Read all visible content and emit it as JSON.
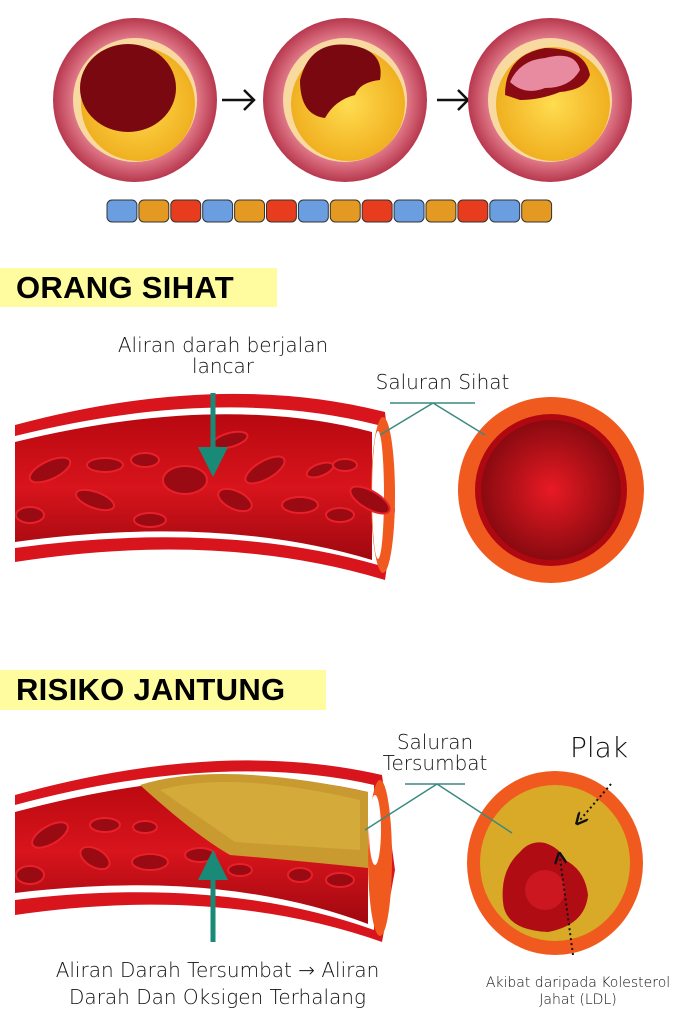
{
  "progression": {
    "stages": [
      "healthy",
      "plaque-forming",
      "plaque-rupture"
    ],
    "arrow": "→"
  },
  "chain_colors": [
    "#6a9ee0",
    "#e49a22",
    "#e83c1e",
    "#6a9ee0",
    "#e49a22",
    "#e83c1e",
    "#6a9ee0",
    "#e49a22",
    "#e83c1e",
    "#6a9ee0",
    "#e49a22",
    "#e83c1e",
    "#6a9ee0",
    "#e49a22"
  ],
  "healthy": {
    "title": "ORANG SIHAT",
    "flow_label": "Aliran darah berjalan lancar",
    "vessel_label": "Saluran Sihat"
  },
  "risk": {
    "title": "RISIKO JANTUNG",
    "vessel_label": "Saluran Tersumbat",
    "plaque_label": "Plak",
    "flow_label": "Aliran Darah Tersumbat → Aliran Darah Dan Oksigen Terhalang",
    "cause_label": "Akibat daripada Kolesterol Jahat (LDL)"
  },
  "colors": {
    "banner": "#fffca0",
    "arrow": "#1a8a78",
    "blood": "#c8101a",
    "wall": "#f05a1e",
    "plaque": "#d9aa2a"
  }
}
